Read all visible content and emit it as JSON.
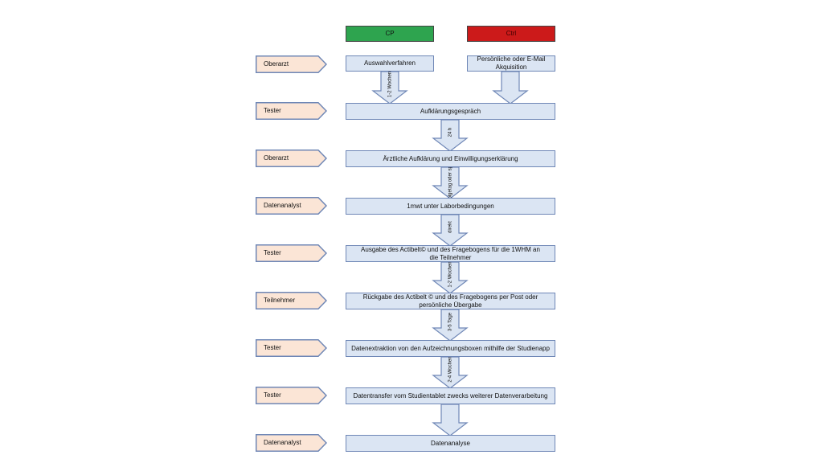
{
  "headers": {
    "cp": "CP",
    "ctrl": "Ctrl"
  },
  "roles": [
    "Oberarzt",
    "Tester",
    "Oberarzt",
    "Datenanalyst",
    "Tester",
    "Teilnehmer",
    "Tester",
    "Tester",
    "Datenanalyst"
  ],
  "steps": {
    "s1a": "Auswahlverfahren",
    "s1b": "Persönliche oder E-Mail Akquisition",
    "s2": "Aufklärungsgespräch",
    "s3": "Ärztliche Aufklärung und Einwilligungserklärung",
    "s4": "1mwt unter Laborbedingungen",
    "s5": "Ausgabe des Actibelt© und des Fragebogens für die 1WHM an die Teilnehmer",
    "s6": "Rückgabe des Actibelt © und des Fragebogens per Post oder persönliche Übergabe",
    "s7": "Datenextraktion von den Aufzeichnungsboxen mithilfe der Studienapp",
    "s8": "Datentransfer vom Studientablet zwecks weiterer Datenverarbeitung",
    "s9": "Datenanalyse"
  },
  "arrow_labels": {
    "a1": "1-2 Wochen",
    "a2": "24 h",
    "a3": "Folgetag oder später",
    "a4": "direkt",
    "a5": "1-2 Wochen",
    "a6": "3-5 Tage",
    "a7": "2-4 Wochen"
  }
}
